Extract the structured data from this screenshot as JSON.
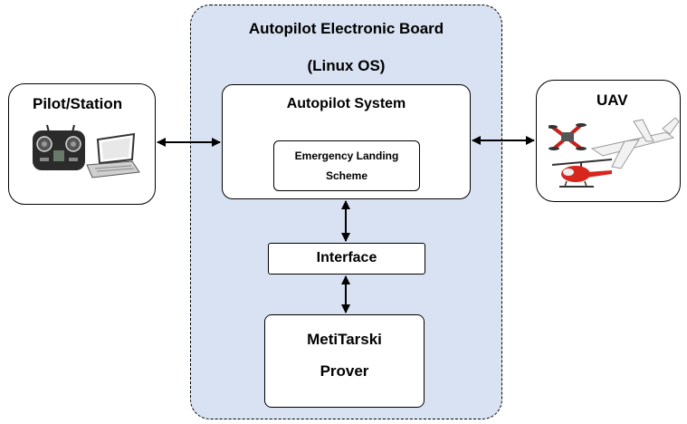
{
  "board": {
    "title": "Autopilot Electronic Board",
    "os": "(Linux OS)"
  },
  "pilot": {
    "label": "Pilot/Station"
  },
  "uav": {
    "label": "UAV"
  },
  "autopilot": {
    "title": "Autopilot System",
    "emergency_line1": "Emergency Landing",
    "emergency_line2": "Scheme"
  },
  "interface": {
    "label": "Interface"
  },
  "prover": {
    "line1": "MetiTarski",
    "line2": "Prover"
  },
  "colors": {
    "board_fill": "#d9e2f3",
    "drone_red": "#d7261e",
    "plane_white": "#f2f2f2"
  }
}
